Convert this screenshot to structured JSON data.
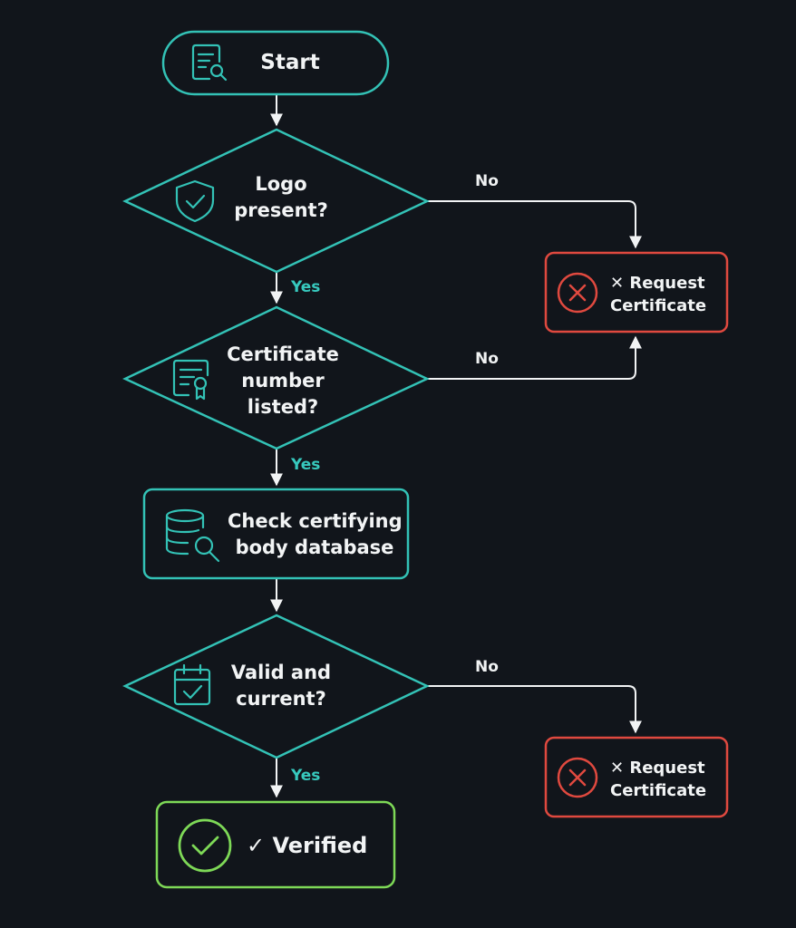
{
  "colors": {
    "background": "#11151b",
    "teal": "#33c2b6",
    "red": "#e0493f",
    "green": "#7ed957",
    "line": "#f2f4f5",
    "text": "#f2f4f5"
  },
  "nodes": {
    "start": {
      "label": "Start",
      "icon": "document-search-icon"
    },
    "logo_check": {
      "line1": "Logo",
      "line2": "present?",
      "icon": "shield-check-icon"
    },
    "certificate_check": {
      "line1": "Certificate",
      "line2": "number",
      "line3": "listed?",
      "icon": "certificate-icon"
    },
    "database_check": {
      "line1": "Check certifying",
      "line2": "body database",
      "icon": "database-search-icon"
    },
    "validity_check": {
      "line1": "Valid and",
      "line2": "current?",
      "icon": "calendar-check-icon"
    },
    "request_certificate_top": {
      "line1": "✕ Request",
      "line2": "Certificate",
      "icon": "x-circle-icon"
    },
    "request_certificate_bottom": {
      "line1": "✕ Request",
      "line2": "Certificate",
      "icon": "x-circle-icon"
    },
    "verified": {
      "label": "✓ Verified",
      "icon": "check-circle-icon"
    }
  },
  "edges": {
    "yes_label": "Yes",
    "no_label": "No"
  }
}
